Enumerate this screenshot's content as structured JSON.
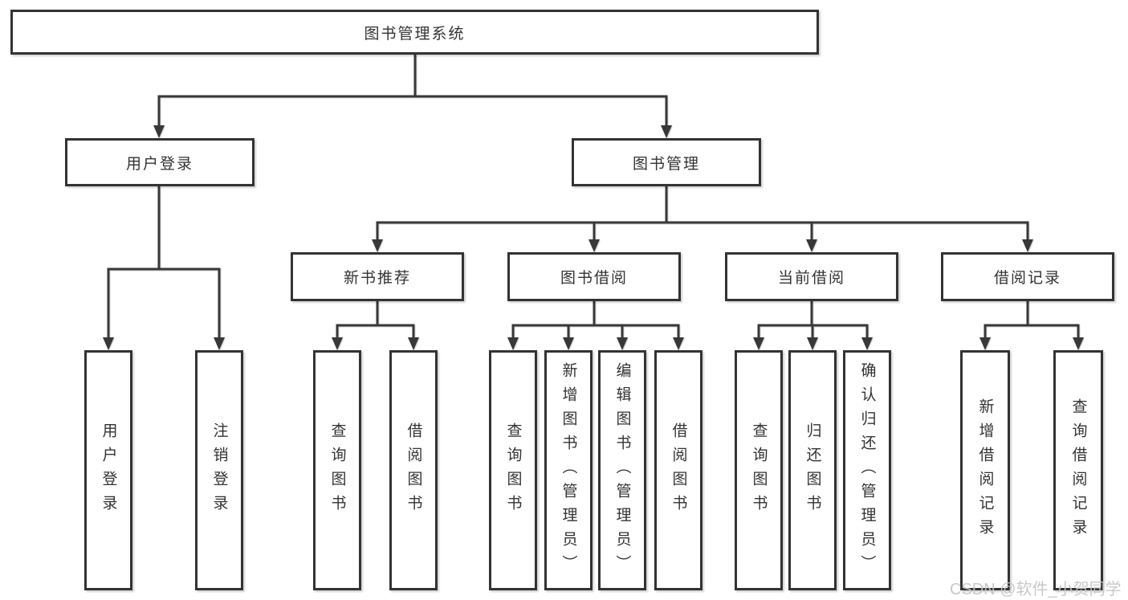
{
  "tree": {
    "root": {
      "label": "图书管理系统",
      "children": [
        {
          "label": "用户登录",
          "children": [
            {
              "label": "用户登录"
            },
            {
              "label": "注销登录"
            }
          ]
        },
        {
          "label": "图书管理",
          "children": [
            {
              "label": "新书推荐",
              "children": [
                {
                  "label": "查询图书"
                },
                {
                  "label": "借阅图书"
                }
              ]
            },
            {
              "label": "图书借阅",
              "children": [
                {
                  "label": "查询图书"
                },
                {
                  "label": "新增图书（管理员）"
                },
                {
                  "label": "编辑图书（管理员）"
                },
                {
                  "label": "借阅图书"
                }
              ]
            },
            {
              "label": "当前借阅",
              "children": [
                {
                  "label": "查询图书"
                },
                {
                  "label": "归还图书"
                },
                {
                  "label": "确认归还（管理员）"
                }
              ]
            },
            {
              "label": "借阅记录",
              "children": [
                {
                  "label": "新增借阅记录"
                },
                {
                  "label": "查询借阅记录"
                }
              ]
            }
          ]
        }
      ]
    }
  },
  "watermark": {
    "text": "CSDN @软件_小贺同学",
    "color": "#c6c6c6"
  },
  "colors": {
    "line": "#383838",
    "box_border": "#333333",
    "box_fill": "#ffffff",
    "text": "#333333",
    "background": "#ffffff"
  }
}
